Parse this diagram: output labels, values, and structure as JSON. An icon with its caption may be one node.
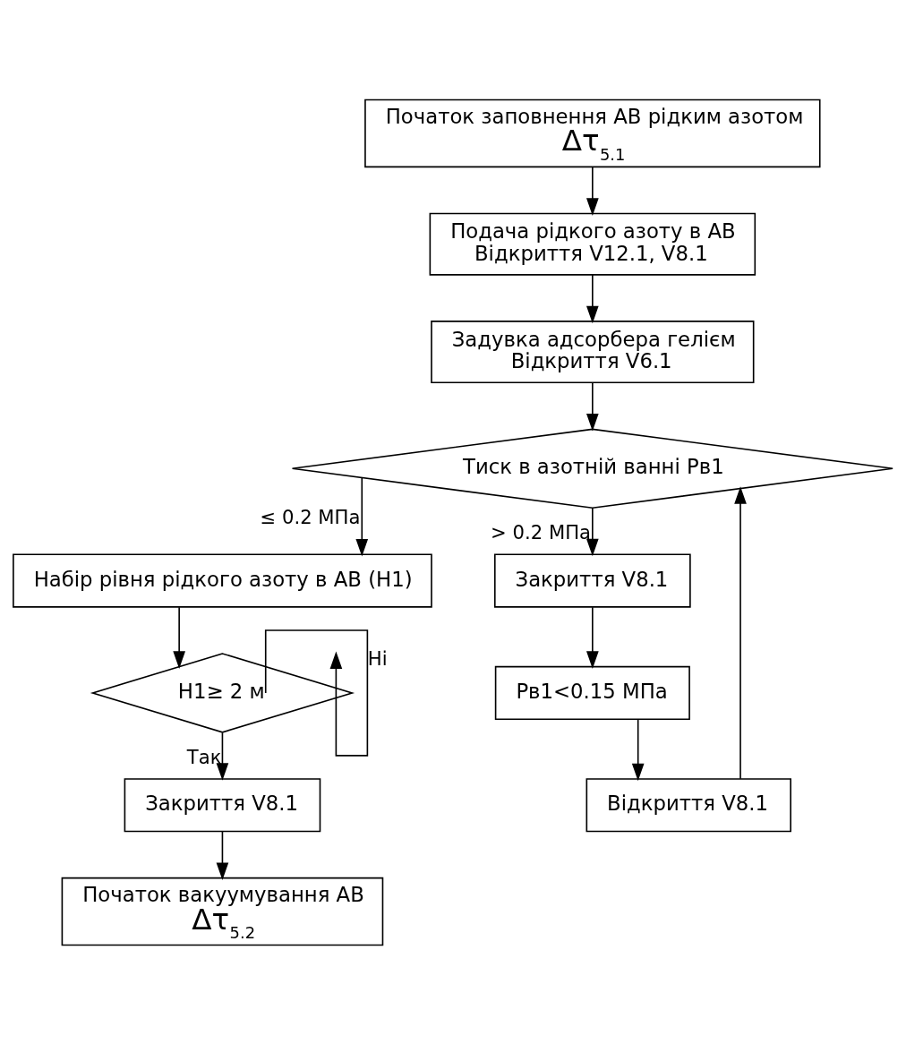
{
  "diagram": {
    "nodes": [
      {
        "text": [
          "Початок заповнення АВ рідким азотом",
          "Δτ$_{5.1}$"
        ]
      },
      {
        "text": [
          "Подача рідкого азоту в АВ",
          "Відкриття V12.1, V8.1"
        ]
      },
      {
        "text": [
          "Задувка адсорбера гелієм",
          "Відкриття V6.1"
        ]
      },
      {
        "text": [
          "Тиск в азотній ванні Рв1"
        ]
      },
      {
        "text": [
          "Набір рівня рідкого азоту в АВ (Н1)"
        ]
      },
      {
        "text": [
          "Н1≥ 2 м"
        ]
      },
      {
        "text": [
          "Закриття V8.1"
        ]
      },
      {
        "text": [
          "Початок вакуумування АВ",
          "Δτ$_{5.2}$"
        ]
      },
      {
        "text": [
          "Закриття V8.1"
        ]
      },
      {
        "text": [
          "Рв1<0.15 МПа"
        ]
      },
      {
        "text": [
          "Відкриття V8.1"
        ]
      }
    ],
    "edges": [
      {
        "from": 0,
        "to": 1,
        "arrow": "to"
      },
      {
        "from": 1,
        "to": 2,
        "arrow": "to"
      },
      {
        "from": 2,
        "to": 3,
        "arrow": "to"
      },
      {
        "from": 3,
        "to": 4,
        "arrow": "to",
        "label": "≤ 0.2 МПа"
      },
      {
        "from": 3,
        "to": 8,
        "arrow": "to",
        "label": "> 0.2 МПа"
      },
      {
        "from": 4,
        "to": 5,
        "arrow": "to"
      },
      {
        "from": 5,
        "to": 5,
        "arrow": "to",
        "label": "Ні"
      },
      {
        "from": 5,
        "to": 6,
        "arrow": "to",
        "label": "Так"
      },
      {
        "from": 6,
        "to": 7,
        "arrow": "to"
      },
      {
        "from": 8,
        "to": 9,
        "arrow": "to"
      },
      {
        "from": 9,
        "to": 10,
        "arrow": "to"
      },
      {
        "from": 10,
        "to": 3,
        "arrow": "to"
      }
    ]
  }
}
